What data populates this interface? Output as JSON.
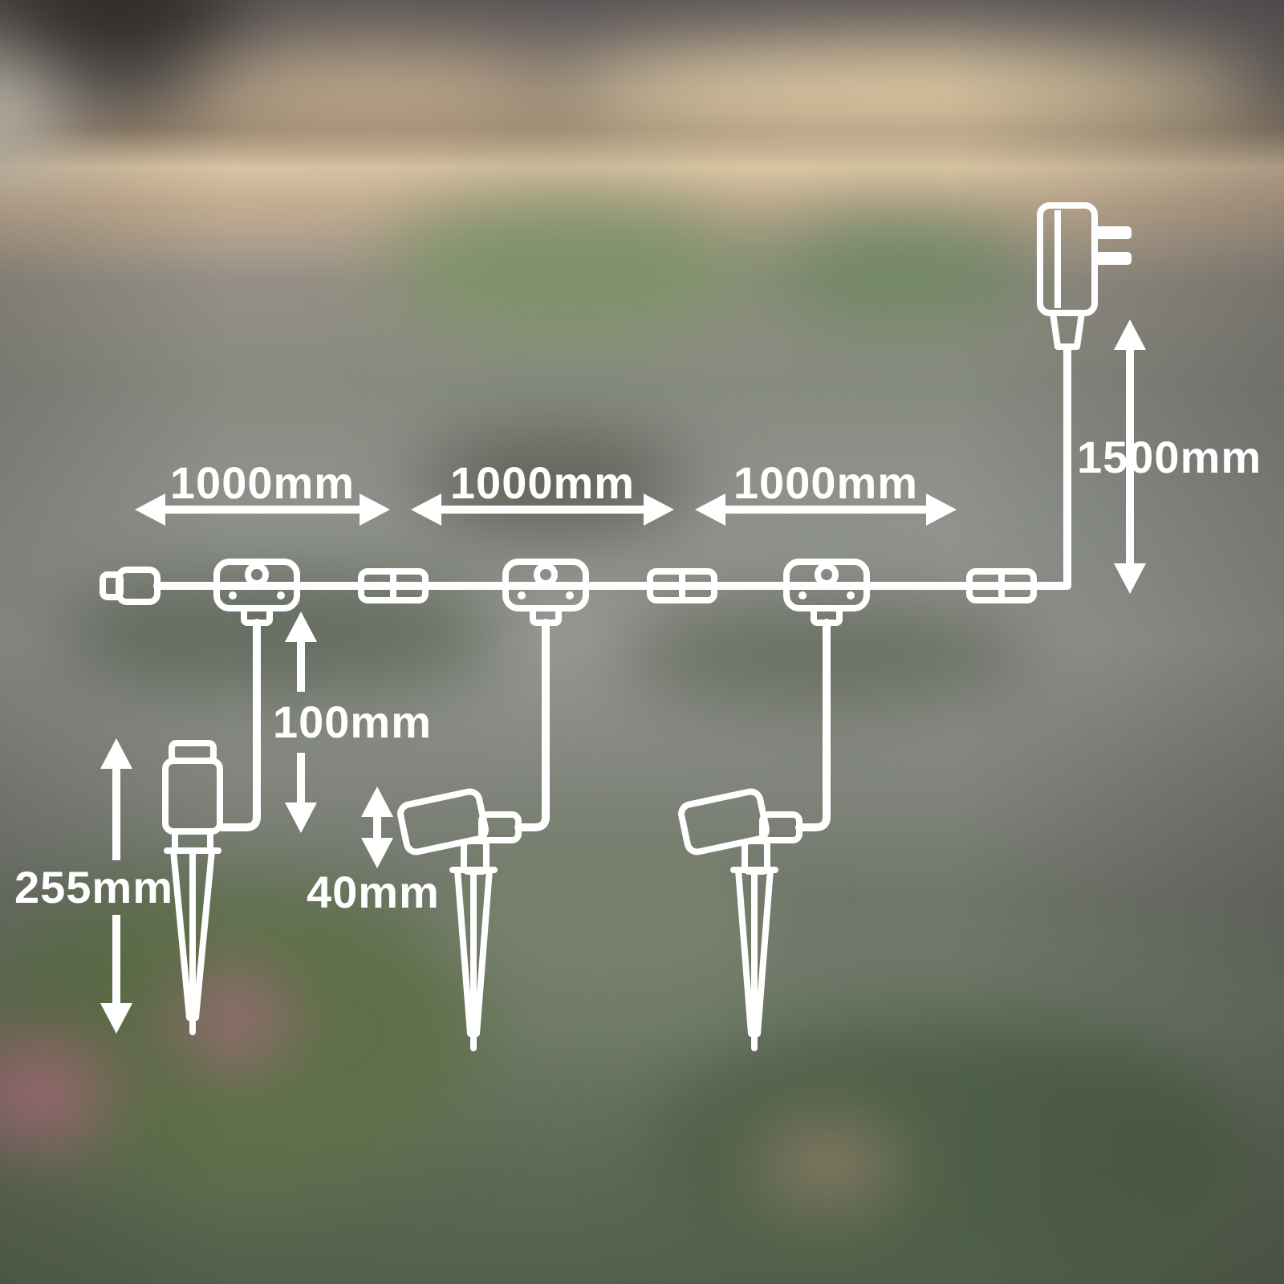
{
  "diagram": {
    "line_color": "#ffffff",
    "labels": {
      "span1": "1000mm",
      "span2": "1000mm",
      "span3": "1000mm",
      "lead_cable": "1500mm",
      "drop_cable": "100mm",
      "spike_height": "255mm",
      "head_height": "40mm"
    },
    "icons": {
      "plug": "power-plug-icon",
      "t_connector": "t-connector-icon",
      "coupler": "cable-coupler-icon",
      "spike_light": "spike-light-icon",
      "arrow": "dimension-arrow"
    }
  }
}
